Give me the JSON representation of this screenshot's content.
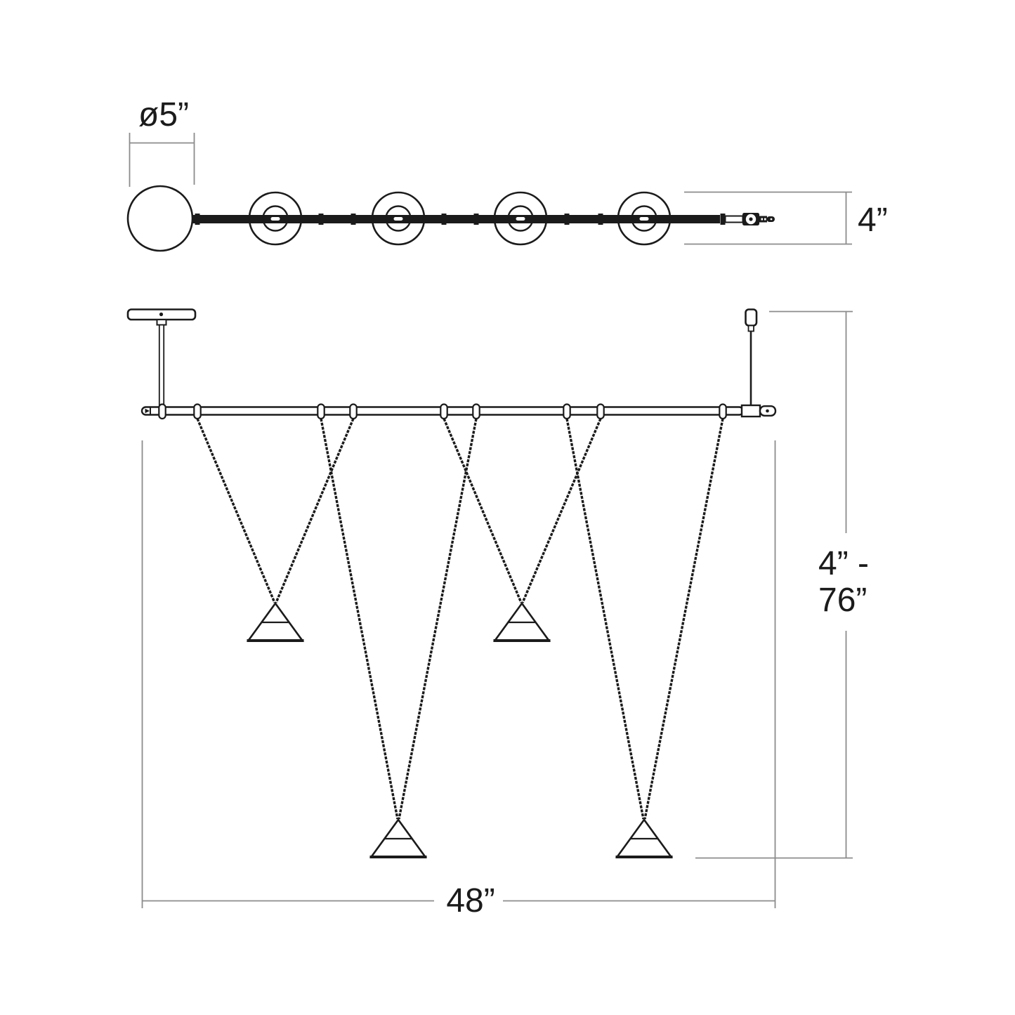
{
  "drawing": {
    "type": "product-dimension-diagram",
    "subject": "linear multi-pendant chandelier, top view and front view"
  },
  "colors": {
    "background": "#ffffff",
    "drawing_line": "#1b1b1b",
    "dimension_line": "#8c8c8c",
    "label_text": "#1b1b1b"
  },
  "top_view": {
    "sphere_diameter_label": "ø5”",
    "fixture_height_label": "4”"
  },
  "front_view": {
    "suspension_range_line1": "4” -",
    "suspension_range_line2": "76”",
    "bar_length_label": "48”"
  }
}
